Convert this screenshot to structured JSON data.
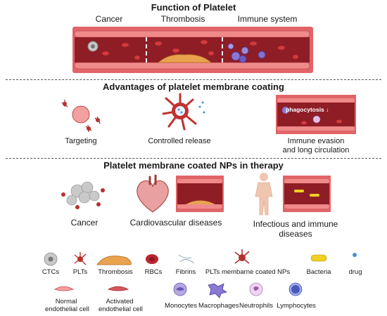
{
  "section1": {
    "title": "Function of Platelet",
    "labels": [
      "Cancer",
      "Thrombosis",
      "Immune system"
    ]
  },
  "section2": {
    "title": "Advantages of platelet membrane coating",
    "targeting": "Targeting",
    "controlled_release": "Controlled release",
    "phagocytosis": "phagocytosis ↓",
    "immune_line1": "Immune evasion",
    "immune_line2": "and long circulation"
  },
  "section3": {
    "title": "Platelet membrane coated NPs in therapy",
    "cancer": "Cancer",
    "cardio": "Cardiovascular diseases",
    "infect_line1": "Infectious and immune",
    "infect_line2": "diseases"
  },
  "legend": {
    "row1": [
      "CTCs",
      "PLTs",
      "Thrombosis",
      "RBCs",
      "Fibrins",
      "PLTs membarne coated NPs",
      "Bacteria",
      "drug"
    ],
    "row2": [
      "Normal",
      "endothelial cell",
      "Activated",
      "endothelial cell",
      "Monocytes",
      "Macrophages",
      "Neutrophils",
      "Lymphocytes"
    ]
  },
  "colors": {
    "vessel_wall": "#d9565a",
    "vessel_lumen": "#8b1c24",
    "rbc": "#c62a2f",
    "platelet": "#b8302e",
    "thrombus": "#e8a050",
    "immune": "#7b68c8"
  }
}
